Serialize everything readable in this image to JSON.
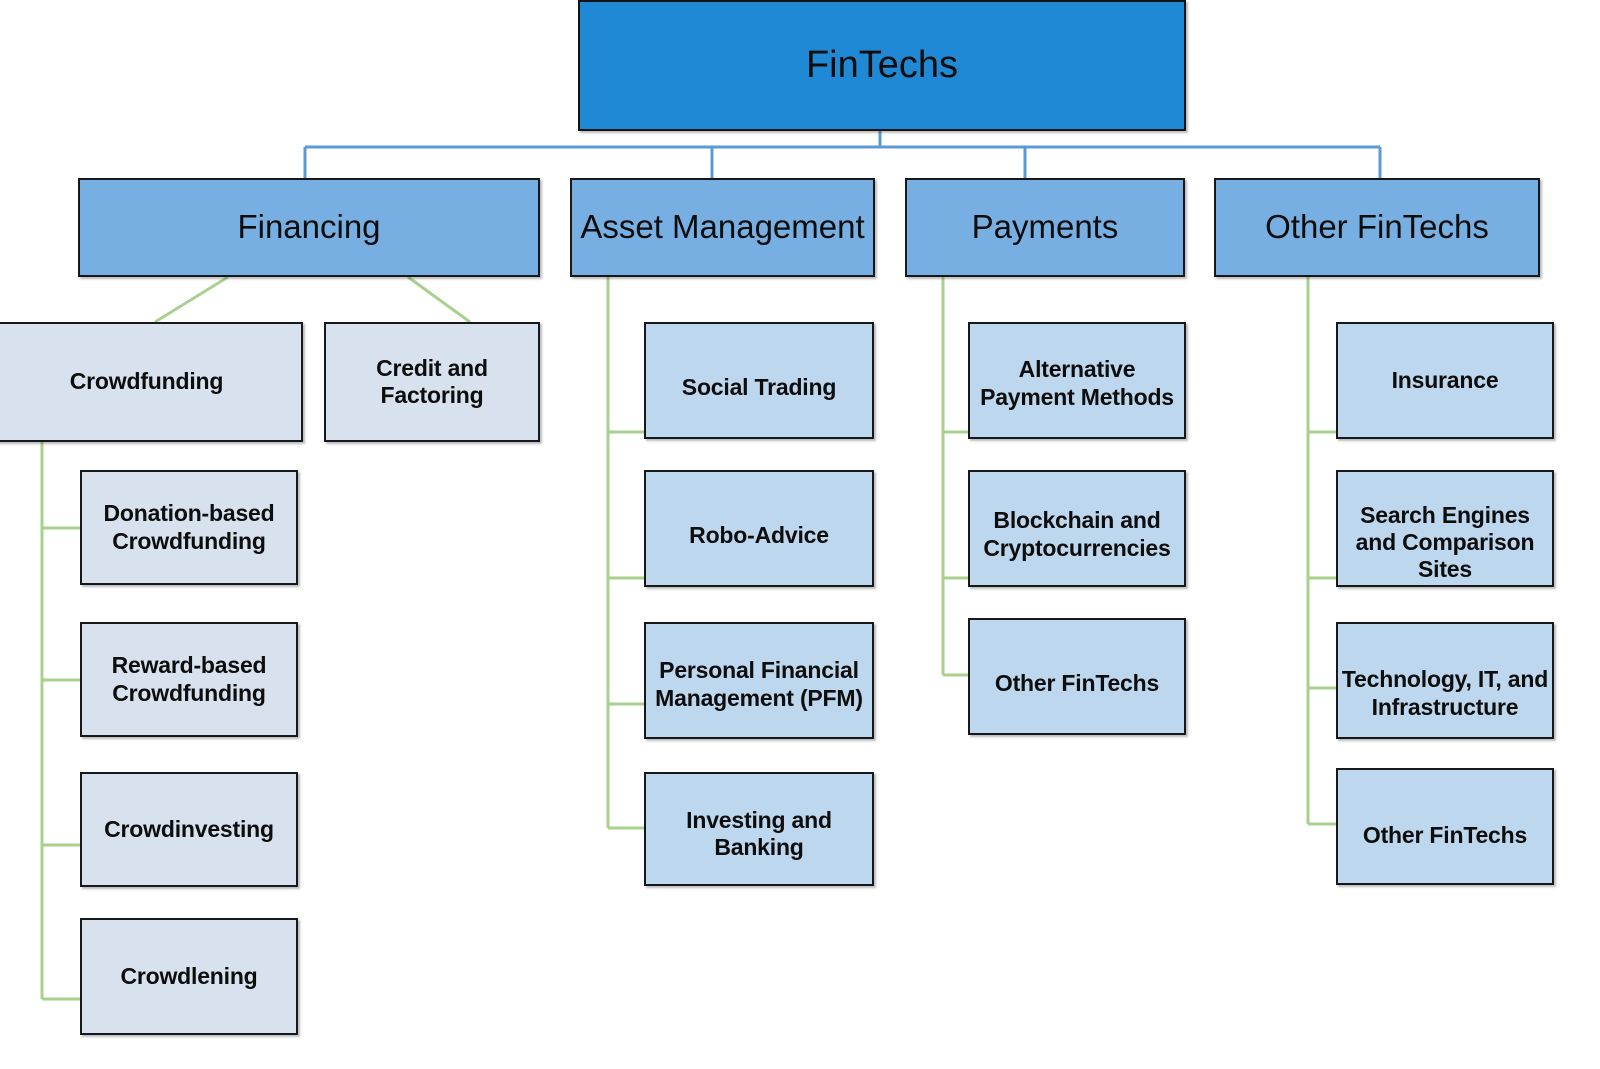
{
  "diagram": {
    "title": "FinTechs",
    "type": "hierarchy-tree",
    "colors": {
      "root_fill": "#2089d6",
      "level2_fill": "#77afe3",
      "level3_fill": "#bdd7ee",
      "level3_pale_fill": "#d8e2ef",
      "border": "#17181a",
      "connector_blue": "#5b9bd5",
      "connector_green": "#a9d18e"
    },
    "root": {
      "label": "FinTechs"
    },
    "branches": [
      {
        "label": "Financing",
        "children": [
          {
            "label": "Crowdfunding",
            "children": [
              {
                "label": "Donation-based Crowdfunding"
              },
              {
                "label": "Reward-based Crowdfunding"
              },
              {
                "label": "Crowdinvesting"
              },
              {
                "label": "Crowdlening"
              }
            ]
          },
          {
            "label": "Credit and Factoring"
          }
        ]
      },
      {
        "label": "Asset Management",
        "children": [
          {
            "label": "Social Trading"
          },
          {
            "label": "Robo-Advice"
          },
          {
            "label": "Personal Financial Management (PFM)"
          },
          {
            "label": "Investing and Banking"
          }
        ]
      },
      {
        "label": "Payments",
        "children": [
          {
            "label": "Alternative Payment Methods"
          },
          {
            "label": "Blockchain and Cryptocurrencies"
          },
          {
            "label": "Other FinTechs"
          }
        ]
      },
      {
        "label": "Other FinTechs",
        "children": [
          {
            "label": "Insurance"
          },
          {
            "label": "Search Engines and Comparison Sites"
          },
          {
            "label": "Technology, IT, and Infrastructure"
          },
          {
            "label": "Other FinTechs"
          }
        ]
      }
    ]
  }
}
